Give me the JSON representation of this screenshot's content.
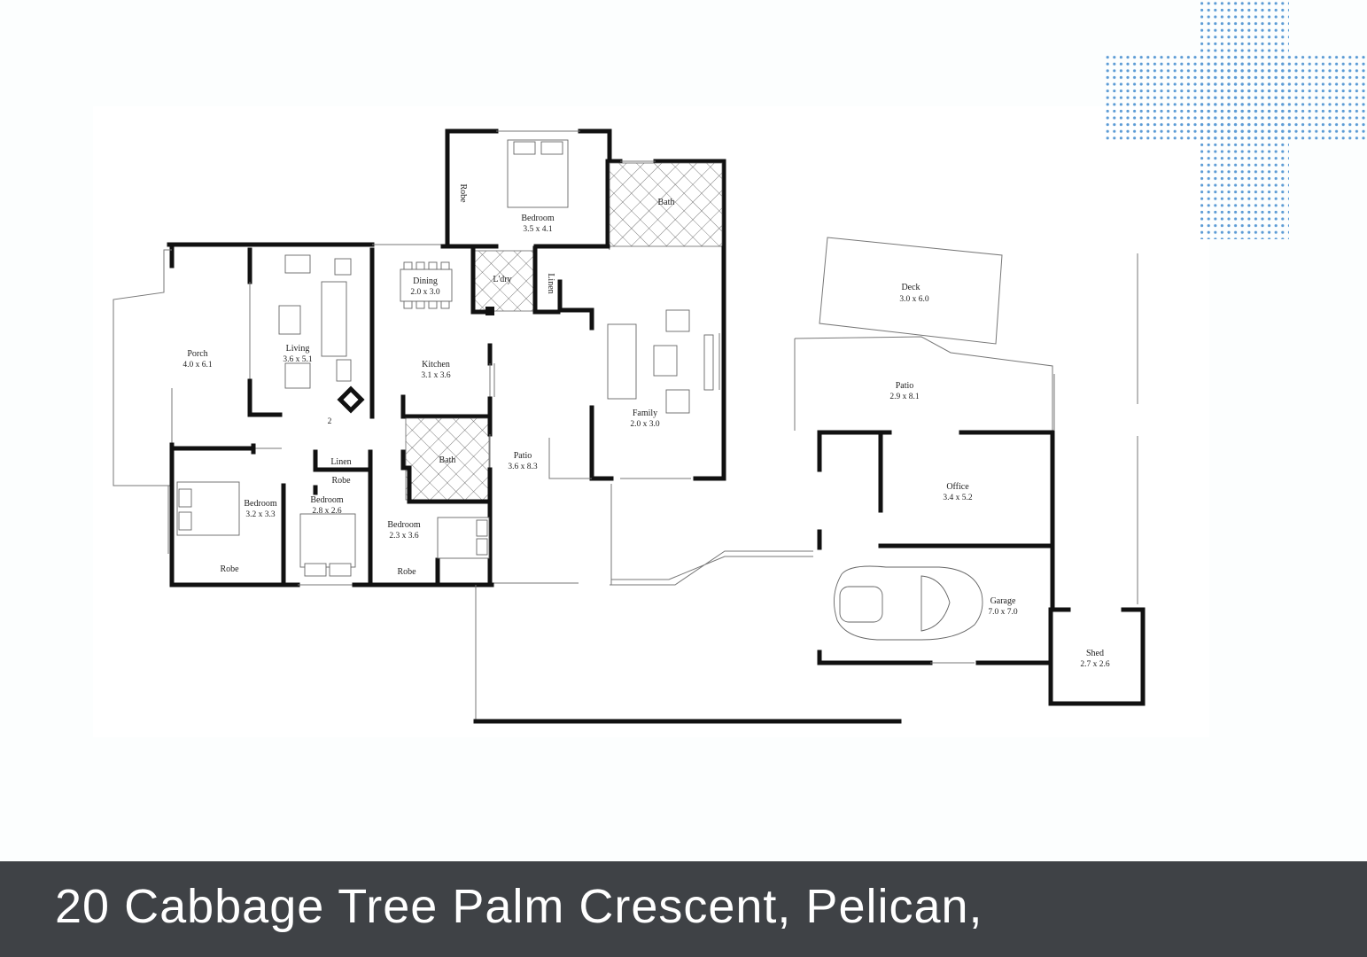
{
  "address": "20 Cabbage Tree Palm Crescent, Pelican,",
  "colors": {
    "bar": "#3f4246",
    "dots": "#5b9bd5",
    "wall": "#111111"
  },
  "rooms": {
    "bedroom_main": {
      "label": "Bedroom",
      "dim": "3.5 x 4.1"
    },
    "robe_main": {
      "label": "Robe"
    },
    "bath_main": {
      "label": "Bath"
    },
    "ldry": {
      "label": "L'dry"
    },
    "linen_top": {
      "label": "Linen"
    },
    "dining": {
      "label": "Dining",
      "dim": "2.0 x 3.0"
    },
    "living": {
      "label": "Living",
      "dim": "3.6 x 5.1"
    },
    "porch": {
      "label": "Porch",
      "dim": "4.0 x 6.1"
    },
    "kitchen": {
      "label": "Kitchen",
      "dim": "3.1 x 3.6"
    },
    "family": {
      "label": "Family",
      "dim": "2.0 x 3.0"
    },
    "bath_lower": {
      "label": "Bath"
    },
    "patio_mid": {
      "label": "Patio",
      "dim": "3.6 x 8.3"
    },
    "linen_lower": {
      "label": "Linen"
    },
    "robe_lower": {
      "label": "Robe"
    },
    "bedroom_left": {
      "label": "Bedroom",
      "dim": "3.2 x 3.3"
    },
    "robe_left": {
      "label": "Robe"
    },
    "bedroom_mid": {
      "label": "Bedroom",
      "dim": "2.8 x 2.6"
    },
    "bedroom_right": {
      "label": "Bedroom",
      "dim": "2.3 x 3.6"
    },
    "robe_right": {
      "label": "Robe"
    },
    "deck": {
      "label": "Deck",
      "dim": "3.0 x 6.0"
    },
    "patio_right": {
      "label": "Patio",
      "dim": "2.9 x 8.1"
    },
    "office": {
      "label": "Office",
      "dim": "3.4 x 5.2"
    },
    "garage": {
      "label": "Garage",
      "dim": "7.0 x 7.0"
    },
    "shed": {
      "label": "Shed",
      "dim": "2.7 x 2.6"
    },
    "stair_num": {
      "label": "2"
    }
  }
}
